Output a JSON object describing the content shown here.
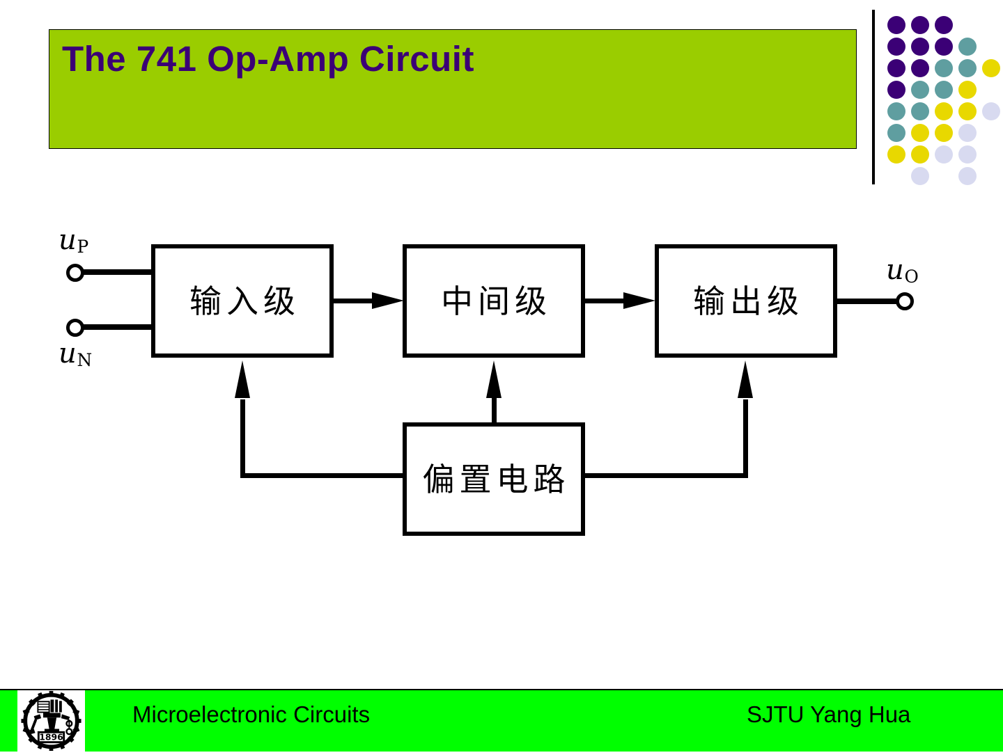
{
  "slide": {
    "title": "The 741 Op-Amp Circuit",
    "title_bg": "#9ACD00",
    "title_color": "#3B0076"
  },
  "decoration": {
    "name": "dot-grid",
    "colors": {
      "purple": "#3B0076",
      "teal": "#5F9EA0",
      "yellow": "#E8D800",
      "lavender": "#D8DAF0"
    },
    "rows": [
      [
        "purple",
        "purple",
        "purple",
        null,
        null
      ],
      [
        "purple",
        "purple",
        "purple",
        "teal",
        null
      ],
      [
        "purple",
        "purple",
        "teal",
        "teal",
        "yellow"
      ],
      [
        "purple",
        "teal",
        "teal",
        "yellow",
        null
      ],
      [
        "teal",
        "teal",
        "yellow",
        "yellow",
        "lavender"
      ],
      [
        "teal",
        "yellow",
        "yellow",
        "lavender",
        null
      ],
      [
        "yellow",
        "yellow",
        "lavender",
        "lavender",
        null
      ],
      [
        null,
        "lavender",
        null,
        "lavender",
        null
      ]
    ]
  },
  "diagram": {
    "type": "block-diagram",
    "blocks": [
      {
        "id": "input-stage",
        "label": "输入级"
      },
      {
        "id": "intermediate-stage",
        "label": "中间级"
      },
      {
        "id": "output-stage",
        "label": "输出级"
      },
      {
        "id": "bias-circuit",
        "label": "偏置电路"
      }
    ],
    "terminals": [
      {
        "id": "up",
        "label_main": "u",
        "label_sub": "P"
      },
      {
        "id": "un",
        "label_main": "u",
        "label_sub": "N"
      },
      {
        "id": "uo",
        "label_main": "u",
        "label_sub": "O"
      }
    ],
    "connections": [
      {
        "from": "up",
        "to": "input-stage"
      },
      {
        "from": "un",
        "to": "input-stage"
      },
      {
        "from": "input-stage",
        "to": "intermediate-stage",
        "arrow": "right"
      },
      {
        "from": "intermediate-stage",
        "to": "output-stage",
        "arrow": "right"
      },
      {
        "from": "output-stage",
        "to": "uo"
      },
      {
        "from": "bias-circuit",
        "to": "input-stage",
        "arrow": "up"
      },
      {
        "from": "bias-circuit",
        "to": "intermediate-stage",
        "arrow": "up"
      },
      {
        "from": "bias-circuit",
        "to": "output-stage",
        "arrow": "up"
      }
    ]
  },
  "footer": {
    "bg": "#00FF00",
    "course": "Microelectronic Circuits",
    "author": "SJTU  Yang Hua",
    "logo_year": "1896"
  }
}
